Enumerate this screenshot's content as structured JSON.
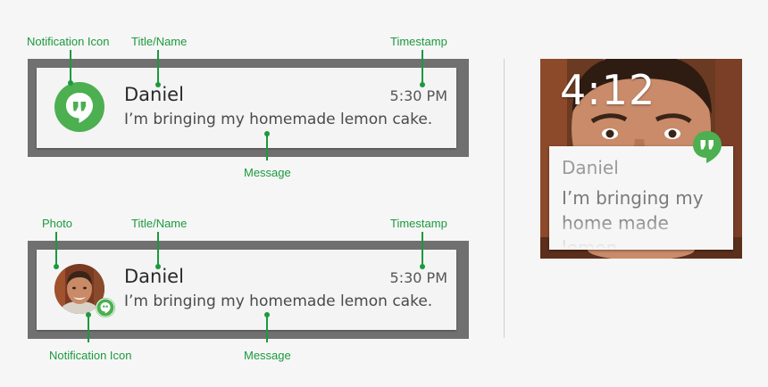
{
  "colors": {
    "annotation": "#1b9a3e",
    "app_green": "#4caf50",
    "frame_gray": "#707070"
  },
  "top_example": {
    "labels": {
      "notification_icon": "Notification Icon",
      "title_name": "Title/Name",
      "timestamp": "Timestamp",
      "message": "Message"
    },
    "card": {
      "name": "Daniel",
      "time": "5:30 PM",
      "message": "I’m bringing my homemade lemon cake.",
      "icon": "hangouts-quote-icon"
    }
  },
  "bottom_example": {
    "labels": {
      "photo": "Photo",
      "title_name": "Title/Name",
      "timestamp": "Timestamp",
      "notification_icon": "Notification Icon",
      "message": "Message"
    },
    "card": {
      "name": "Daniel",
      "time": "5:30 PM",
      "message": "I’m bringing my homemade lemon cake.",
      "photo": "contact-photo",
      "badge_icon": "hangouts-quote-icon"
    }
  },
  "watch": {
    "clock": "4:12",
    "name": "Daniel",
    "message": "I’m bringing my home made lemon",
    "icon": "hangouts-quote-icon"
  }
}
